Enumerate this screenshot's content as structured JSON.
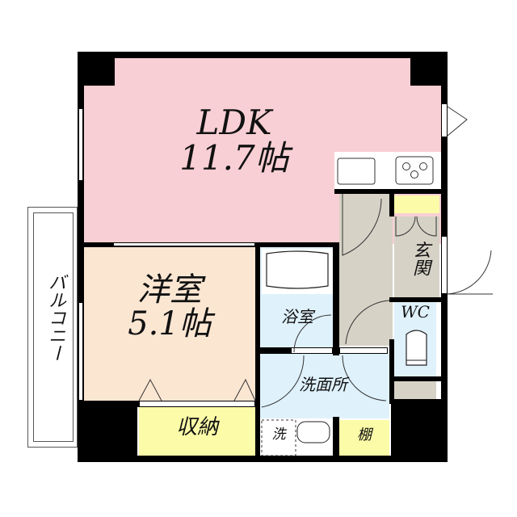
{
  "floorplan": {
    "colors": {
      "ldk": "#f8cfd4",
      "western_room": "#fbe6d2",
      "storage": "#fcfca8",
      "wet_area": "#dff1fb",
      "entrance": "#d6d2c6",
      "wall": "#000000",
      "background": "#ffffff"
    },
    "rooms": {
      "ldk": {
        "name": "LDK",
        "size": "11.7帖"
      },
      "western": {
        "name": "洋室",
        "size": "5.1帖"
      },
      "storage": {
        "name": "収納"
      },
      "bath": {
        "name": "浴室"
      },
      "washroom": {
        "name": "洗面所"
      },
      "washer": {
        "name": "洗"
      },
      "shelf": {
        "name": "棚"
      },
      "entrance": {
        "name": "玄関"
      },
      "toilet": {
        "name": "WC"
      },
      "balcony": {
        "name": "バルコニー"
      }
    }
  }
}
